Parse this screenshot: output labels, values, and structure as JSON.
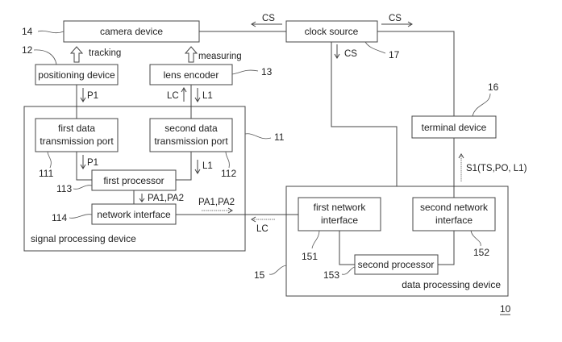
{
  "figure_number": "10",
  "components": {
    "camera": {
      "label": "camera device",
      "ref": "14"
    },
    "clock": {
      "label": "clock source",
      "ref": "17"
    },
    "positioning": {
      "label": "positioning device",
      "ref": "12"
    },
    "lens": {
      "label": "lens encoder",
      "ref": "13"
    },
    "signal_device": {
      "label": "signal processing device",
      "ref": "11"
    },
    "port1": {
      "line1": "first data",
      "line2": "transmission port",
      "ref": "111"
    },
    "port2": {
      "line1": "second data",
      "line2": "transmission port",
      "ref": "112"
    },
    "proc1": {
      "label": "first processor",
      "ref": "113"
    },
    "netif": {
      "label": "network interface",
      "ref": "114"
    },
    "terminal": {
      "label": "terminal device",
      "ref": "16"
    },
    "data_device": {
      "label": "data processing device",
      "ref": "15"
    },
    "netif1": {
      "line1": "first network",
      "line2": "interface",
      "ref": "151"
    },
    "netif2": {
      "line1": "second network",
      "line2": "interface",
      "ref": "152"
    },
    "proc2": {
      "label": "second processor",
      "ref": "153"
    }
  },
  "signals": {
    "cs_left": "CS",
    "cs_right": "CS",
    "cs_down": "CS",
    "tracking": "tracking",
    "measuring": "measuring",
    "p1_top": "P1",
    "lc_top": "LC",
    "l1_top": "L1",
    "p1_inner": "P1",
    "l1_inner": "L1",
    "pa_inner": "PA1,PA2",
    "pa_outer": "PA1,PA2",
    "lc_outer": "LC",
    "s1": "S1(TS,PO, L1)"
  }
}
